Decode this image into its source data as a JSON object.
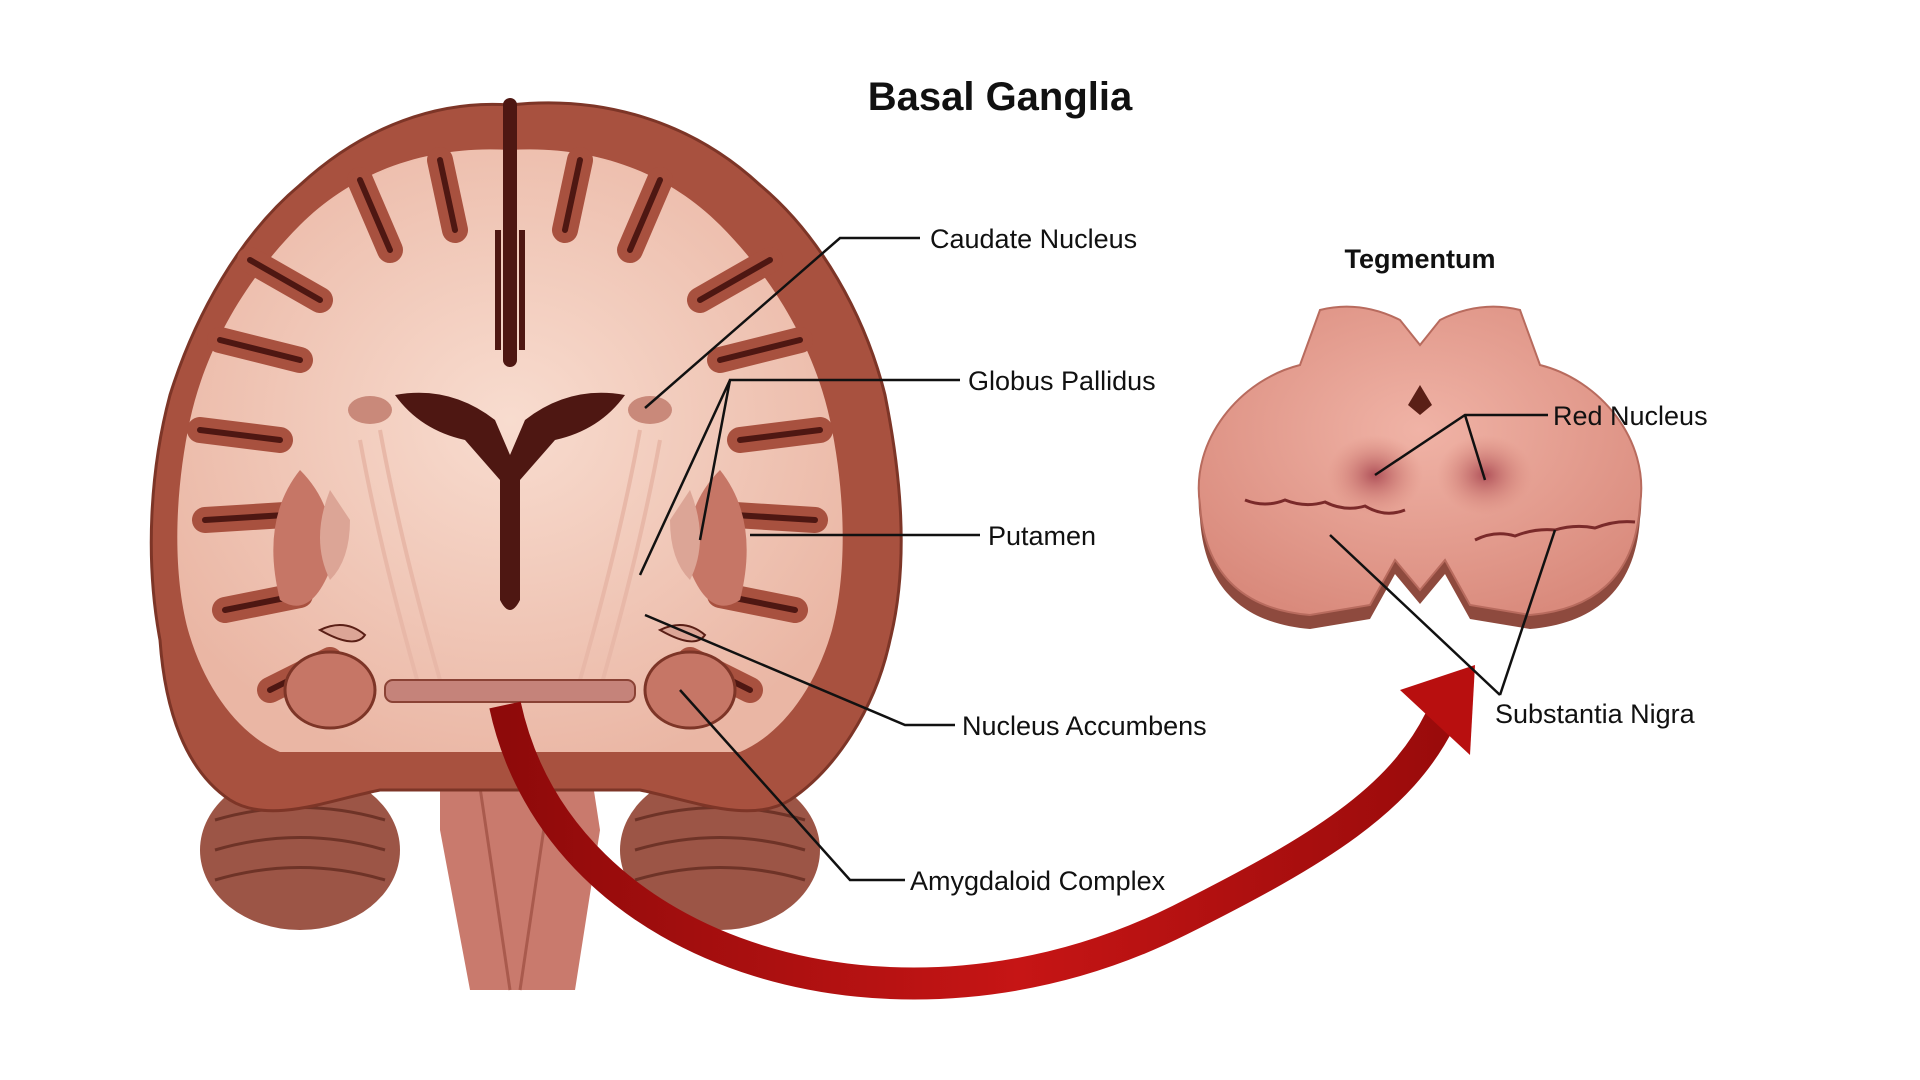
{
  "title": "Basal Ganglia",
  "subtitle": "Tegmentum",
  "labels": {
    "caudate": "Caudate Nucleus",
    "globus": "Globus Pallidus",
    "putamen": "Putamen",
    "accumbens": "Nucleus Accumbens",
    "amygdala": "Amygdaloid Complex",
    "red_nucleus": "Red Nucleus",
    "substantia_nigra": "Substantia Nigra"
  },
  "colors": {
    "cortex": "#a8513f",
    "white_matter": "#f2c8b8",
    "sulcus": "#4e1712",
    "tegmentum": "#e7a095",
    "arrow": "#b80f0f",
    "leader": "#111111"
  }
}
